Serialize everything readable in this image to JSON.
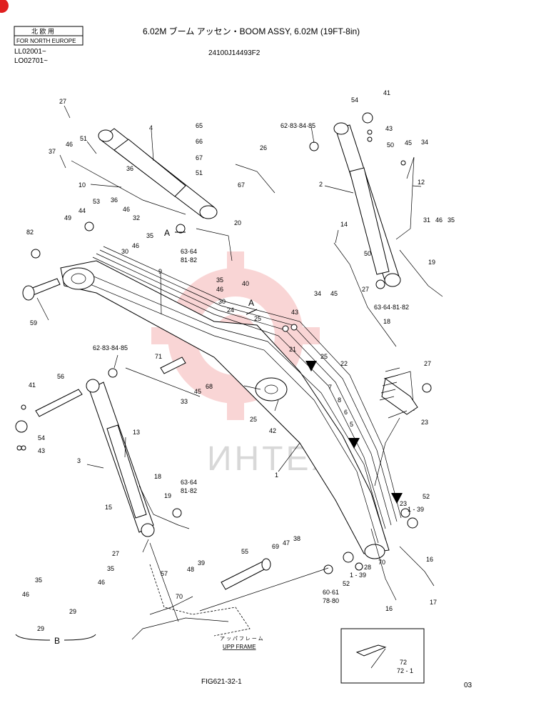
{
  "header": {
    "region_jp": "北 欧 用",
    "region_en": "FOR NORTH EUROPE",
    "serial_1": "LL02001~",
    "serial_2": "LO02701~",
    "title": "6.02M ブーム アッセン・BOOM ASSY, 6.02M (19FT-8in)",
    "part_number": "24100J14493F2"
  },
  "footer": {
    "figure": "FIG621-32-1",
    "page": "03"
  },
  "watermark": "ИНТЕХ",
  "detail": {
    "b_label": "B",
    "upp_frame_jp": "ア ッ パ フ レ ー ム",
    "upp_frame_en": "UPP FRAME",
    "arrow_a": "A",
    "arrow_b": "B"
  },
  "callouts": [
    {
      "id": "c27a",
      "text": "27"
    },
    {
      "id": "c4",
      "text": "4"
    },
    {
      "id": "c51a",
      "text": "51"
    },
    {
      "id": "c37",
      "text": "37"
    },
    {
      "id": "c46a",
      "text": "46"
    },
    {
      "id": "c36a",
      "text": "36"
    },
    {
      "id": "c10",
      "text": "10"
    },
    {
      "id": "c36b",
      "text": "36"
    },
    {
      "id": "c53",
      "text": "53"
    },
    {
      "id": "c46b",
      "text": "46"
    },
    {
      "id": "c44",
      "text": "44"
    },
    {
      "id": "c32",
      "text": "32"
    },
    {
      "id": "c49",
      "text": "49"
    },
    {
      "id": "c82",
      "text": "82"
    },
    {
      "id": "c35a",
      "text": "35"
    },
    {
      "id": "c46c",
      "text": "46"
    },
    {
      "id": "c30a",
      "text": "30"
    },
    {
      "id": "c9",
      "text": "9"
    },
    {
      "id": "c59",
      "text": "59"
    },
    {
      "id": "c65",
      "text": "65"
    },
    {
      "id": "c66",
      "text": "66"
    },
    {
      "id": "c67a",
      "text": "67"
    },
    {
      "id": "c51b",
      "text": "51"
    },
    {
      "id": "c67b",
      "text": "67"
    },
    {
      "id": "c26",
      "text": "26"
    },
    {
      "id": "cA1",
      "text": "A"
    },
    {
      "id": "c6364a",
      "text": "63·64"
    },
    {
      "id": "c8182a",
      "text": "81·82"
    },
    {
      "id": "c20",
      "text": "20"
    },
    {
      "id": "c35b",
      "text": "35"
    },
    {
      "id": "c46d",
      "text": "46"
    },
    {
      "id": "c30b",
      "text": "30"
    },
    {
      "id": "c40",
      "text": "40"
    },
    {
      "id": "cA2",
      "text": "A"
    },
    {
      "id": "c24",
      "text": "24"
    },
    {
      "id": "c25a",
      "text": "25"
    },
    {
      "id": "c43a",
      "text": "43"
    },
    {
      "id": "c62a",
      "text": "62·83·84·85"
    },
    {
      "id": "c2",
      "text": "2"
    },
    {
      "id": "c54a",
      "text": "54"
    },
    {
      "id": "c41a",
      "text": "41"
    },
    {
      "id": "c43b",
      "text": "43"
    },
    {
      "id": "c50a",
      "text": "50"
    },
    {
      "id": "c45a",
      "text": "45"
    },
    {
      "id": "c34a",
      "text": "34"
    },
    {
      "id": "c12",
      "text": "12"
    },
    {
      "id": "c14",
      "text": "14"
    },
    {
      "id": "c31",
      "text": "31"
    },
    {
      "id": "c46e",
      "text": "46"
    },
    {
      "id": "c35c",
      "text": "35"
    },
    {
      "id": "c50b",
      "text": "50"
    },
    {
      "id": "c19a",
      "text": "19"
    },
    {
      "id": "c34b",
      "text": "34"
    },
    {
      "id": "c45b",
      "text": "45"
    },
    {
      "id": "c27b",
      "text": "27"
    },
    {
      "id": "c6364b",
      "text": "63·64·81·82"
    },
    {
      "id": "c18a",
      "text": "18"
    },
    {
      "id": "c62b",
      "text": "62·83·84·85"
    },
    {
      "id": "c71",
      "text": "71"
    },
    {
      "id": "c21",
      "text": "21"
    },
    {
      "id": "c25b",
      "text": "25"
    },
    {
      "id": "c22",
      "text": "22"
    },
    {
      "id": "c7",
      "text": "7"
    },
    {
      "id": "c8",
      "text": "8"
    },
    {
      "id": "c6",
      "text": "6"
    },
    {
      "id": "c5",
      "text": "5"
    },
    {
      "id": "c27c",
      "text": "27"
    },
    {
      "id": "c23a",
      "text": "23"
    },
    {
      "id": "c41b",
      "text": "41"
    },
    {
      "id": "c56",
      "text": "56"
    },
    {
      "id": "c33",
      "text": "33"
    },
    {
      "id": "c45c",
      "text": "45"
    },
    {
      "id": "c68",
      "text": "68"
    },
    {
      "id": "c25c",
      "text": "25"
    },
    {
      "id": "c42",
      "text": "42"
    },
    {
      "id": "c54b",
      "text": "54"
    },
    {
      "id": "c43c",
      "text": "43"
    },
    {
      "id": "c3",
      "text": "3"
    },
    {
      "id": "c13",
      "text": "13"
    },
    {
      "id": "c1",
      "text": "1"
    },
    {
      "id": "c18b",
      "text": "18"
    },
    {
      "id": "c6364c",
      "text": "63·64"
    },
    {
      "id": "c8182b",
      "text": "81·82"
    },
    {
      "id": "c19b",
      "text": "19"
    },
    {
      "id": "c15",
      "text": "15"
    },
    {
      "id": "c27d",
      "text": "27"
    },
    {
      "id": "c23b",
      "text": "23"
    },
    {
      "id": "c52a",
      "text": "52"
    },
    {
      "id": "c139a",
      "text": "1 - 39"
    },
    {
      "id": "c55",
      "text": "55"
    },
    {
      "id": "c69",
      "text": "69"
    },
    {
      "id": "c47",
      "text": "47"
    },
    {
      "id": "c38",
      "text": "38"
    },
    {
      "id": "c28",
      "text": "28"
    },
    {
      "id": "c70",
      "text": "70"
    },
    {
      "id": "c16a",
      "text": "16"
    },
    {
      "id": "c35d",
      "text": "35"
    },
    {
      "id": "c46f",
      "text": "46"
    },
    {
      "id": "c57",
      "text": "57"
    },
    {
      "id": "c48",
      "text": "48"
    },
    {
      "id": "c39",
      "text": "39"
    },
    {
      "id": "c70b",
      "text": "70"
    },
    {
      "id": "c52b",
      "text": "52"
    },
    {
      "id": "c139b",
      "text": "1 - 39"
    },
    {
      "id": "c6061",
      "text": "60·61"
    },
    {
      "id": "c7880",
      "text": "78·80"
    },
    {
      "id": "c16b",
      "text": "16"
    },
    {
      "id": "c17",
      "text": "17"
    },
    {
      "id": "c35e",
      "text": "35"
    },
    {
      "id": "c46g",
      "text": "46"
    },
    {
      "id": "c29a",
      "text": "29"
    },
    {
      "id": "c29b",
      "text": "29"
    },
    {
      "id": "c72",
      "text": "72"
    },
    {
      "id": "c721",
      "text": "72 - 1"
    }
  ]
}
